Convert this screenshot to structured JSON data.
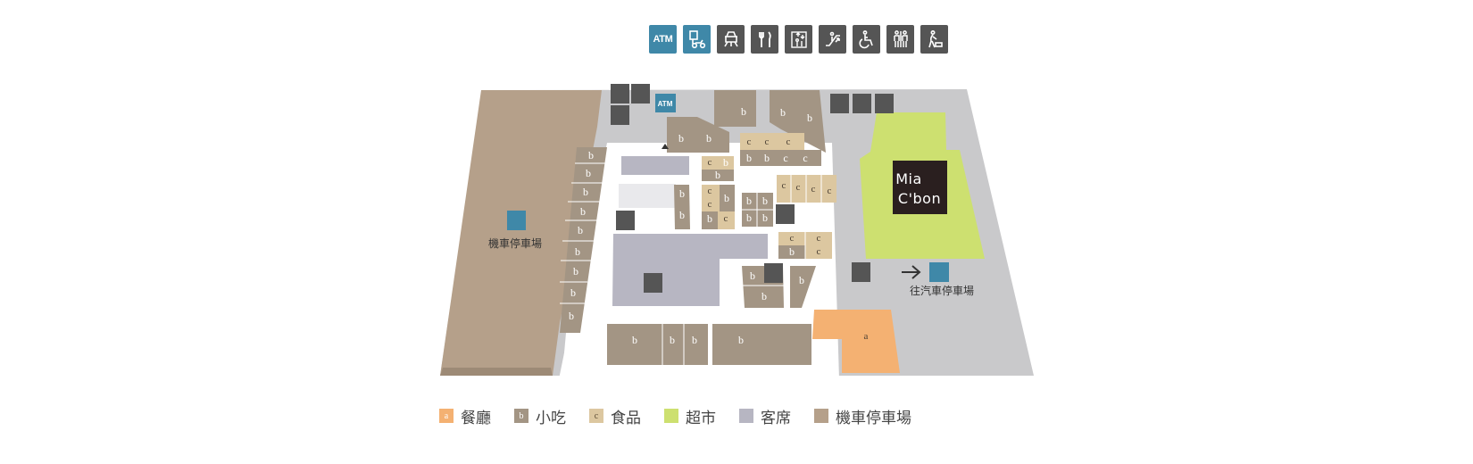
{
  "top_icons": [
    {
      "icon": "atm-icon",
      "text": "ATM",
      "color": "#3f88a8"
    },
    {
      "icon": "motorcycle-parking-icon",
      "color": "#3f88a8"
    },
    {
      "icon": "seating-area-icon",
      "color": "#555555"
    },
    {
      "icon": "dining-utensils-icon",
      "color": "#555555"
    },
    {
      "icon": "elevator-icon",
      "color": "#555555"
    },
    {
      "icon": "escalator-icon",
      "color": "#555555"
    },
    {
      "icon": "accessible-toilet-icon",
      "color": "#555555"
    },
    {
      "icon": "restroom-icon",
      "color": "#555555"
    },
    {
      "icon": "baby-care-icon",
      "color": "#555555"
    }
  ],
  "map": {
    "atm_label": "ATM",
    "motorcycle_parking_label": "機車停車場",
    "car_parking_label": "往汽車停車場",
    "supermarket_name_line1": "Mia",
    "supermarket_name_line2": "C'bon",
    "restaurant_code": "a",
    "snack_code": "b",
    "food_code": "c"
  },
  "legend": [
    {
      "code": "a",
      "label": "餐廳",
      "color": "#f4b172"
    },
    {
      "code": "b",
      "label": "小吃",
      "color": "#a39584"
    },
    {
      "code": "c",
      "label": "食品",
      "color": "#dcc7a0"
    },
    {
      "code": "",
      "label": "超市",
      "color": "#cde070"
    },
    {
      "code": "",
      "label": "客席",
      "color": "#b7b6c2"
    },
    {
      "code": "",
      "label": "機車停車場",
      "color": "#b5a08a"
    }
  ],
  "colors": {
    "floor": "#c9c9cb",
    "walkway": "#ffffff",
    "parking": "#b5a08a",
    "snack": "#a39584",
    "food": "#dcc7a0",
    "restaurant": "#f4b172",
    "supermarket": "#cde070",
    "seating": "#b7b6c2",
    "icon_dark": "#555555",
    "icon_blue": "#3f88a8"
  }
}
